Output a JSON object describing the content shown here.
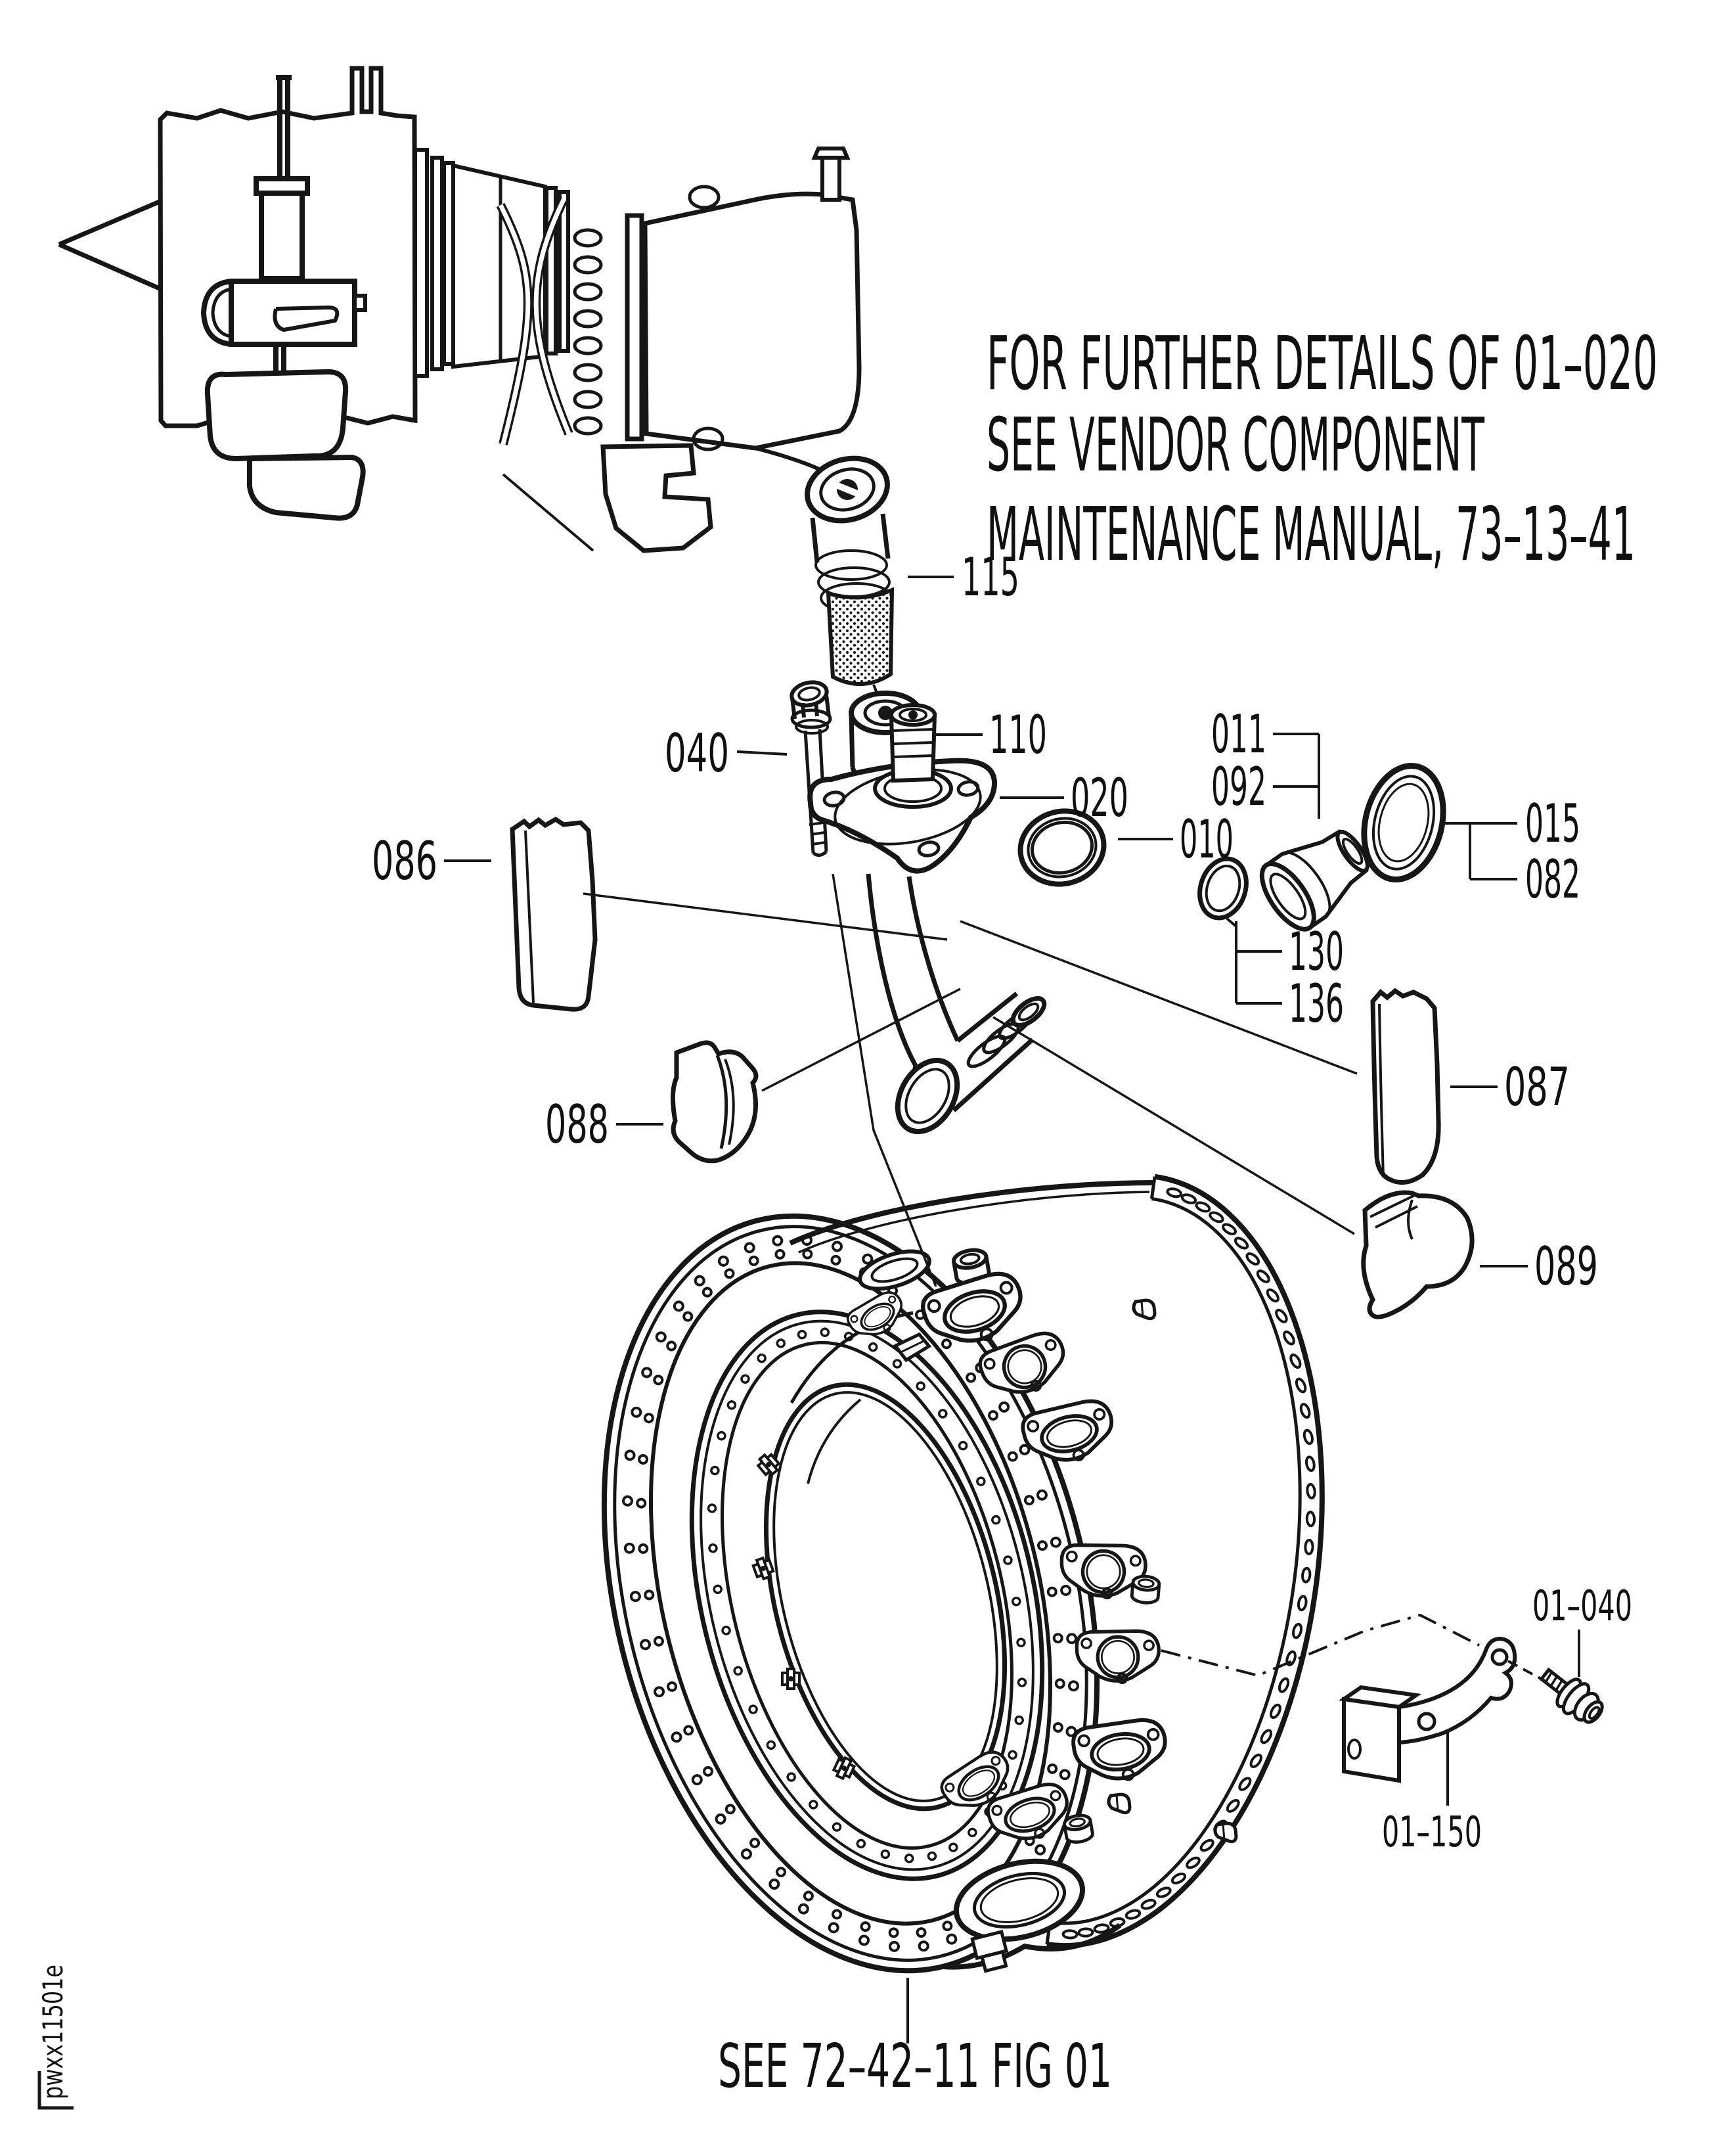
{
  "figure": {
    "note": {
      "line1": "FOR FURTHER DETAILS OF 01–020",
      "line2": "SEE VENDOR COMPONENT",
      "line3": "MAINTENANCE MANUAL, 73–13–41"
    },
    "bottom_reference": "SEE 72–42–11 FIG 01",
    "watermark": "pwxx11501e",
    "labels": {
      "p115": "115",
      "p110": "110",
      "p040": "040",
      "p020": "020",
      "p010": "010",
      "p011": "011",
      "p092": "092",
      "p015": "015",
      "p082": "082",
      "p086": "086",
      "p130": "130",
      "p136": "136",
      "p087": "087",
      "p088": "088",
      "p089": "089",
      "p01_040": "01–040",
      "p01_150": "01–150"
    }
  }
}
